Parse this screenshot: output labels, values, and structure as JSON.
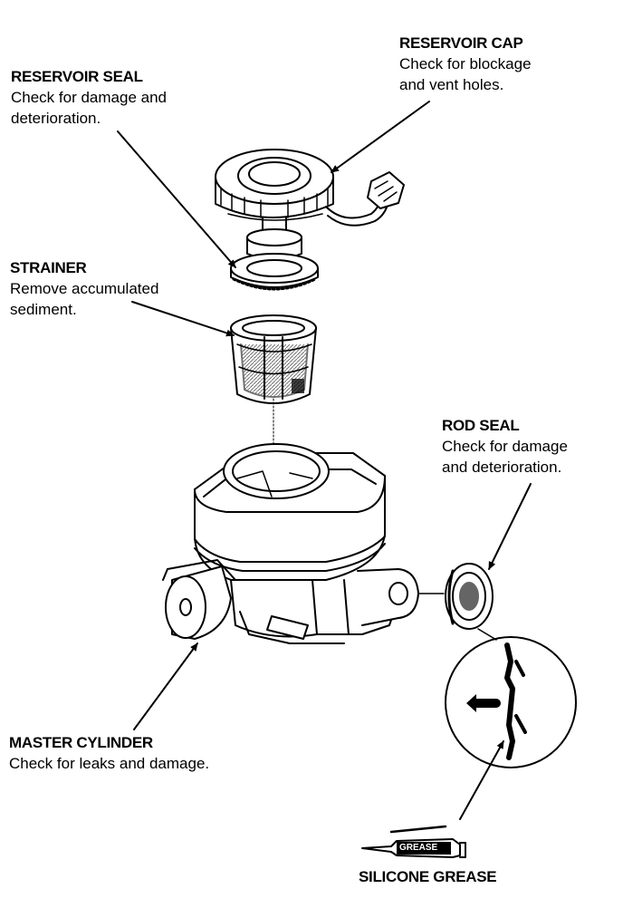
{
  "labels": {
    "reservoir_cap": {
      "title": "RESERVOIR CAP",
      "lines": [
        "Check for blockage",
        "and vent holes."
      ]
    },
    "reservoir_seal": {
      "title": "RESERVOIR SEAL",
      "lines": [
        "Check for damage and",
        "deterioration."
      ]
    },
    "strainer": {
      "title": "STRAINER",
      "lines": [
        "Remove accumulated",
        "sediment."
      ]
    },
    "rod_seal": {
      "title": "ROD SEAL",
      "lines": [
        "Check for damage",
        "and deterioration."
      ]
    },
    "master_cylinder": {
      "title": "MASTER CYLINDER",
      "lines": [
        "Check for leaks and damage."
      ]
    },
    "silicone_grease": {
      "title": "SILICONE GREASE",
      "tube_text": "GREASE"
    }
  },
  "colors": {
    "ink": "#000000",
    "paper": "#ffffff",
    "shade": "#555555"
  }
}
